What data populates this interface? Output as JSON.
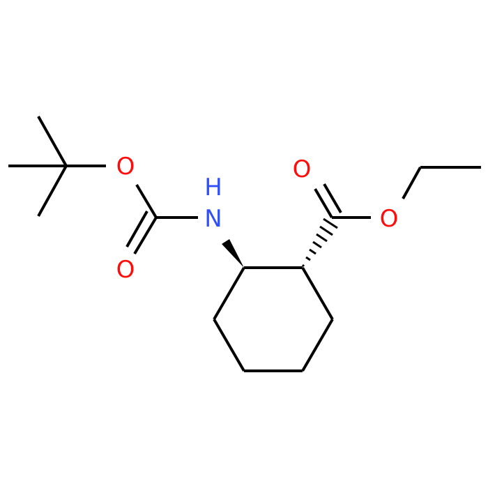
{
  "molecule": {
    "atoms": [
      {
        "id": "o_ether_boc",
        "symbol": "O",
        "color": "#ff0d0d"
      },
      {
        "id": "o_carbonyl_boc",
        "symbol": "O",
        "color": "#ff0d0d"
      },
      {
        "id": "n_amide",
        "symbol": "N",
        "color": "#3050f8"
      },
      {
        "id": "h_amide",
        "symbol": "H",
        "color": "#3050f8"
      },
      {
        "id": "o_carbonyl_ester",
        "symbol": "O",
        "color": "#ff0d0d"
      },
      {
        "id": "o_ether_ester",
        "symbol": "O",
        "color": "#ff0d0d"
      }
    ],
    "colors": {
      "bond": "#000000",
      "background": "#ffffff"
    }
  }
}
